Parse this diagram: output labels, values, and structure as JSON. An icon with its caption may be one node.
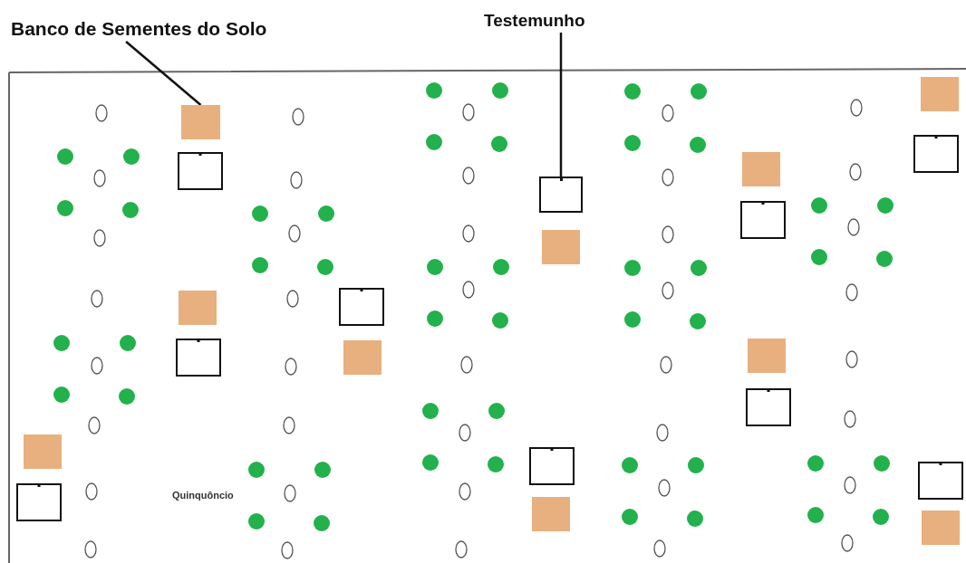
{
  "diagram": {
    "nodes": [
      {
        "text": [
          "Banco de Sementes do Solo"
        ]
      },
      {
        "text": [],
        "shape": "box"
      },
      {
        "text": [
          "Testemunho"
        ]
      },
      {
        "text": [],
        "shape": "box"
      }
    ],
    "edges": [
      {
        "from": 0,
        "to": 1,
        "arrow": "none"
      },
      {
        "from": 2,
        "to": 3,
        "arrow": "none"
      }
    ],
    "labels": [
      "Quinquôncio"
    ]
  }
}
